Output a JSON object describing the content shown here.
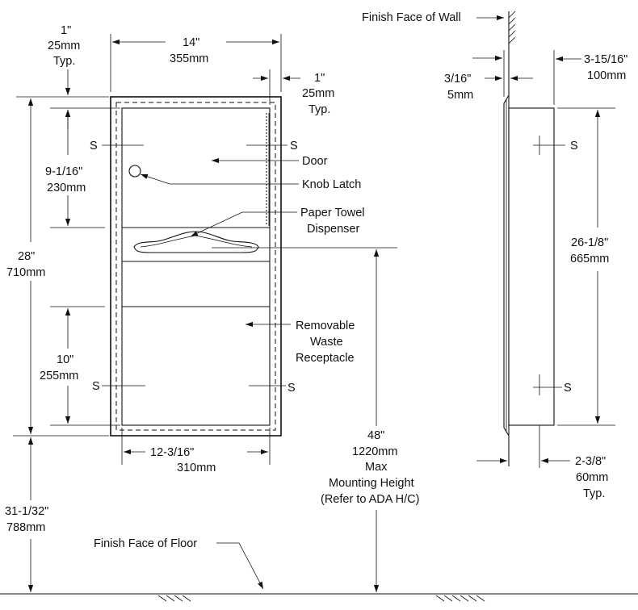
{
  "labels": {
    "finish_wall": "Finish Face of Wall",
    "finish_floor": "Finish Face of Floor",
    "door": "Door",
    "knob_latch": "Knob Latch",
    "paper_towel": [
      "Paper Towel",
      "Dispenser"
    ],
    "waste": [
      "Removable",
      "Waste",
      "Receptacle"
    ],
    "screw": "S"
  },
  "dims": {
    "top_left_typ": [
      "1\"",
      "25mm",
      "Typ."
    ],
    "width_outer": [
      "14\"",
      "355mm"
    ],
    "top_right_typ": [
      "1\"",
      "25mm",
      "Typ."
    ],
    "door_height": [
      "9-1/16\"",
      "230mm"
    ],
    "total_height": [
      "28\"",
      "710mm"
    ],
    "waste_height": [
      "10\"",
      "255mm"
    ],
    "inner_width": [
      "12-3/16\"",
      "310mm"
    ],
    "mount_height": [
      "48\"",
      "1220mm",
      "Max",
      "Mounting Height",
      "(Refer to ADA H/C)"
    ],
    "floor_height": [
      "31-1/32\"",
      "788mm"
    ],
    "flange": [
      "3/16\"",
      "5mm"
    ],
    "depth": [
      "3-15/16\"",
      "100mm"
    ],
    "side_height": [
      "26-1/8\"",
      "665mm"
    ],
    "side_proj": [
      "2-3/8\"",
      "60mm",
      "Typ."
    ]
  },
  "colors": {
    "line": "#111111",
    "background": "#ffffff"
  }
}
